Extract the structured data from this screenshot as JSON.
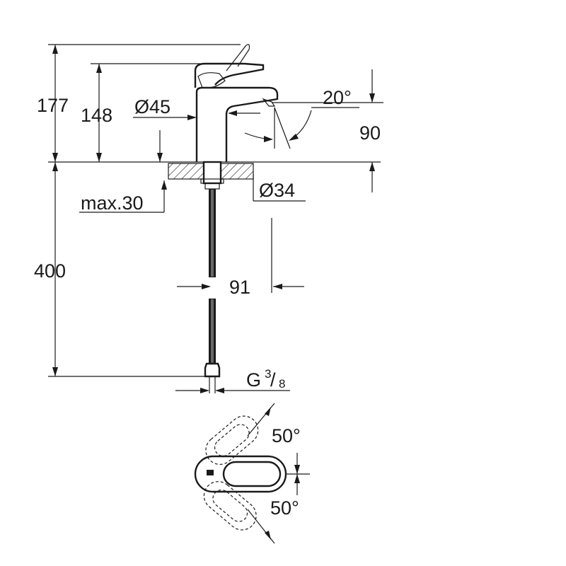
{
  "dimensions": {
    "total_height": "177",
    "spout_height": "148",
    "body_diameter": "Ø45",
    "spout_angle": "20°",
    "spout_clearance": "90",
    "hole_diameter": "Ø34",
    "max_thickness": "max.30",
    "hose_length": "400",
    "hose_offset": "91",
    "connection_thread": "G",
    "thread_numerator": "3",
    "thread_denominator": "8",
    "lever_rotation_up": "50°",
    "lever_rotation_down": "50°"
  }
}
